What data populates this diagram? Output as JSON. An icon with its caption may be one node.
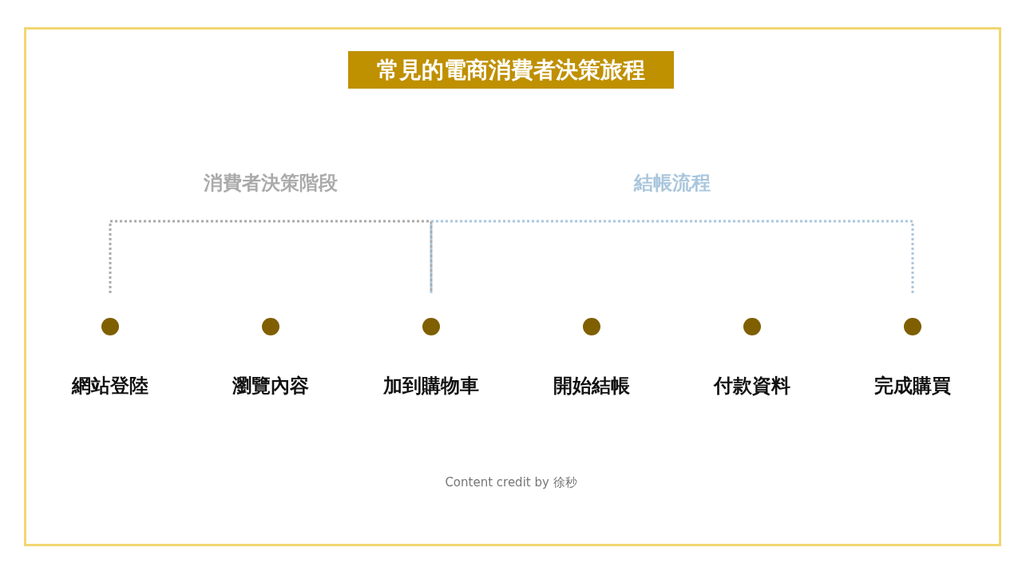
{
  "diagram": {
    "title": "常見的電商消費者決策旅程",
    "nodes": [
      {
        "text": [
          "網站登陸"
        ]
      },
      {
        "text": [
          "瀏覽內容"
        ]
      },
      {
        "text": [
          "加到購物車"
        ]
      },
      {
        "text": [
          "開始結帳"
        ]
      },
      {
        "text": [
          "付款資料"
        ]
      },
      {
        "text": [
          "完成購買"
        ]
      }
    ],
    "labels": [
      "消費者決策階段",
      "結帳流程",
      "Content credit by 徐秒"
    ]
  }
}
